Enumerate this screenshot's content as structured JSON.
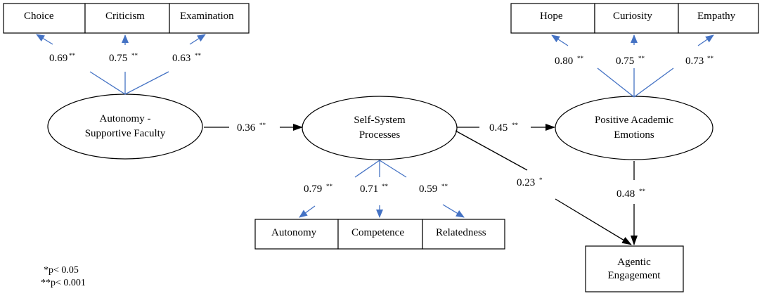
{
  "indicators": {
    "choice": "Choice",
    "criticism": "Criticism",
    "examination": "Examination",
    "hope": "Hope",
    "curiosity": "Curiosity",
    "empathy": "Empathy",
    "autonomy": "Autonomy",
    "competence": "Competence",
    "relatedness": "Relatedness"
  },
  "latents": {
    "asf_line1": "Autonomy -",
    "asf_line2": "Supportive Faculty",
    "ssp_line1": "Self-System",
    "ssp_line2": "Processes",
    "pae_line1": "Positive Academic",
    "pae_line2": "Emotions"
  },
  "outcome": {
    "line1": "Agentic",
    "line2": "Engagement"
  },
  "loadings": {
    "choice": {
      "value": "0.69",
      "stars": "**"
    },
    "criticism": {
      "value": "0.75",
      "stars": "**"
    },
    "examination": {
      "value": "0.63",
      "stars": "**"
    },
    "hope": {
      "value": "0.80",
      "stars": "**"
    },
    "curiosity": {
      "value": "0.75",
      "stars": "**"
    },
    "empathy": {
      "value": "0.73",
      "stars": "**"
    },
    "autonomy": {
      "value": "0.79",
      "stars": "**"
    },
    "competence": {
      "value": "0.71",
      "stars": "**"
    },
    "relatedness": {
      "value": "0.59",
      "stars": "**"
    }
  },
  "paths": {
    "asf_to_ssp": {
      "value": "0.36",
      "stars": "**"
    },
    "ssp_to_pae": {
      "value": "0.45",
      "stars": "**"
    },
    "ssp_to_ae": {
      "value": "0.23",
      "stars": "*"
    },
    "pae_to_ae": {
      "value": "0.48",
      "stars": "**"
    }
  },
  "notes": {
    "p05": "*p< 0.05",
    "p001": "**p< 0.001"
  },
  "colors": {
    "measurement_arrow": "#4472c4",
    "structural_arrow": "#000000"
  }
}
